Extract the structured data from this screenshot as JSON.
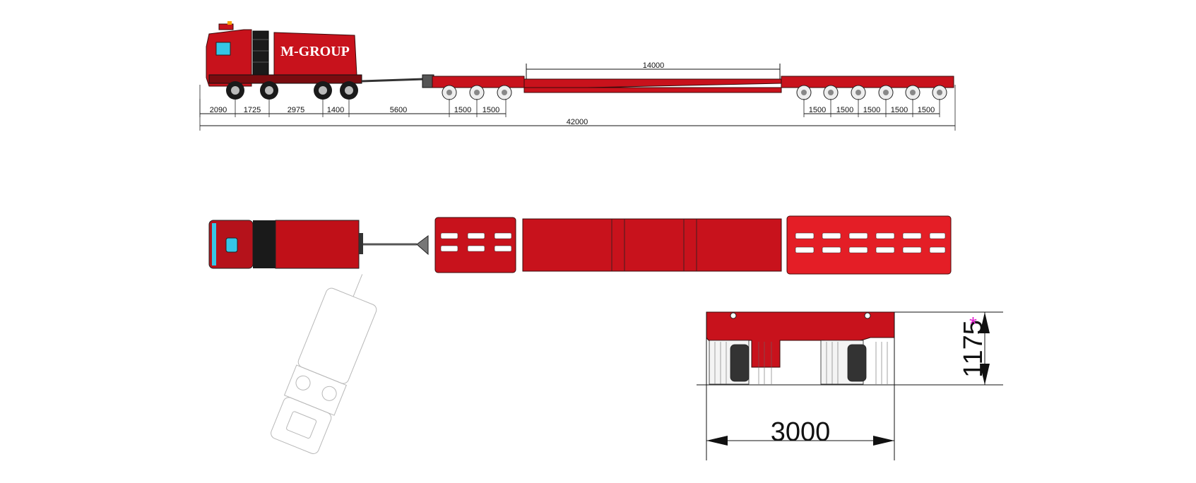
{
  "truck": {
    "logo_text": "M-GROUP"
  },
  "side_view": {
    "overall_length": "42000",
    "deck_length": "14000",
    "segments": [
      "2090",
      "1725",
      "2975",
      "1400",
      "5600",
      "1500",
      "1500"
    ],
    "rear_axle_spacings": [
      "1500",
      "1500",
      "1500",
      "1500",
      "1500"
    ]
  },
  "rear_view": {
    "width": "3000",
    "height": "1175",
    "height_marker": "*",
    "marker_color": "#e020d0"
  },
  "colors": {
    "trailer_red": "#c8121c",
    "truck_red": "#b5121b",
    "window_cyan": "#35c6e6",
    "ghost_grey": "#b8b8b8"
  }
}
